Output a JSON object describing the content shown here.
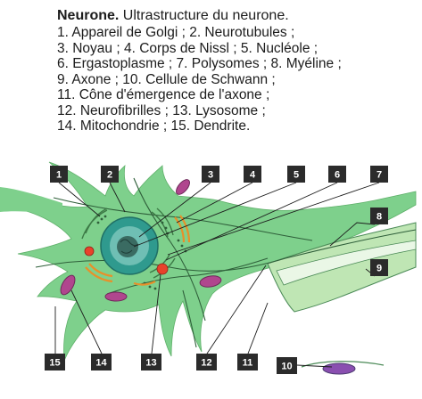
{
  "caption": {
    "title_bold": "Neurone.",
    "title_rest": " Ultrastructure du neurone.",
    "lines": [
      "1. Appareil de Golgi ; 2. Neurotubules ;",
      "3. Noyau ; 4. Corps de Nissl ; 5. Nucléole ;",
      "6. Ergastoplasme ; 7. Polysomes ; 8. Myéline ;",
      "9. Axone ; 10. Cellule de Schwann ;",
      "11. Cône d'émergence de l'axone ;",
      "12. Neurofibrilles ; 13. Lysosome ;",
      "14. Mitochondrie ; 15. Dendrite."
    ]
  },
  "labels": {
    "n1": "1",
    "n2": "2",
    "n3": "3",
    "n4": "4",
    "n5": "5",
    "n6": "6",
    "n7": "7",
    "n8": "8",
    "n9": "9",
    "n10": "10",
    "n11": "11",
    "n12": "12",
    "n13": "13",
    "n14": "14",
    "n15": "15"
  },
  "colors": {
    "cytoplasm": "#7ed08c",
    "cytoplasm_light": "#bde7b8",
    "nucleus": "#2f9a8e",
    "nucleolus": "#6fbfb4",
    "mitochondria": "#b0468e",
    "lysosome": "#e8422b",
    "golgi": "#e8902a",
    "myelin": "#bfe6b4",
    "axon_core": "#ffffff",
    "label_box": "#2b2b2b"
  }
}
